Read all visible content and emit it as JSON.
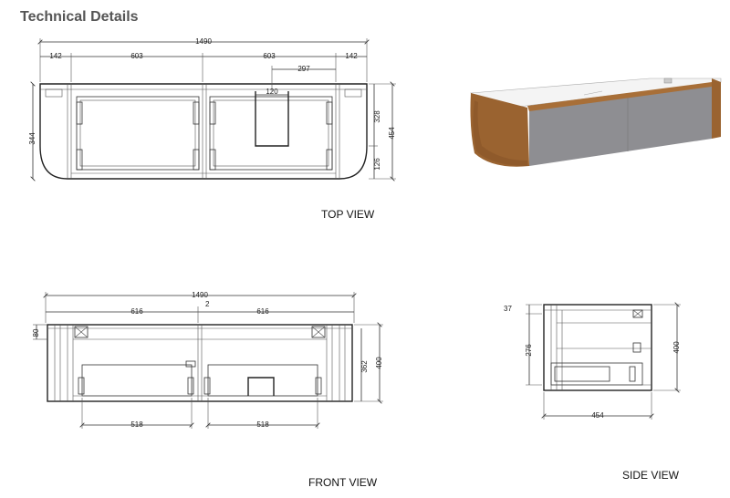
{
  "page": {
    "title": "Technical Details"
  },
  "views": {
    "top": {
      "label": "TOP VIEW"
    },
    "front": {
      "label": "FRONT VIEW"
    },
    "side": {
      "label": "SIDE VIEW"
    }
  },
  "dimensions": {
    "top": {
      "overall_width": "1490",
      "left_side": "142",
      "left_drawer": "603",
      "right_drawer": "603",
      "right_side": "142",
      "cutout_offset": "297",
      "cutout_width": "120",
      "left_depth": "344",
      "inner_depth": "328",
      "total_depth": "454",
      "front_curve": "126"
    },
    "front": {
      "overall_width": "1490",
      "left_section": "616",
      "gap": "2",
      "right_section": "616",
      "top_rail": "80",
      "drawer_height": "362",
      "total_height": "400",
      "left_bottom": "518",
      "right_bottom": "518"
    },
    "side": {
      "top_rail": "37",
      "drawer_height": "276",
      "total_height": "400",
      "depth": "454"
    }
  },
  "colors": {
    "line": "#333333",
    "timber": "#9a6330",
    "panel": "#8e8e92",
    "top": "#f2f2f2"
  }
}
